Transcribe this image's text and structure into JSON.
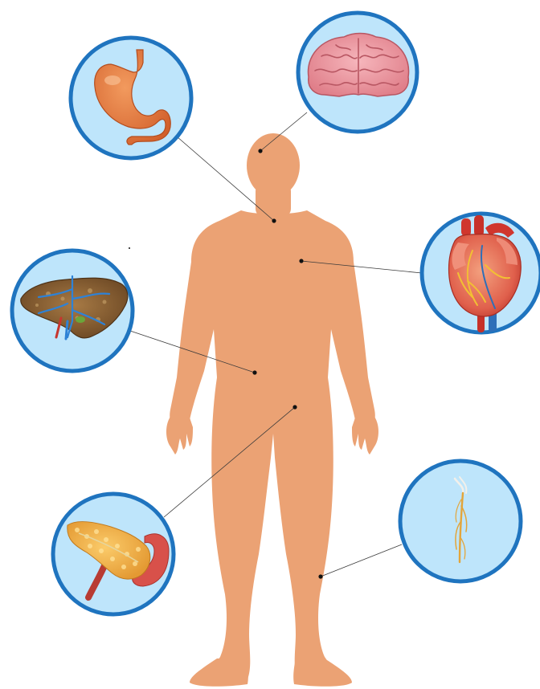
{
  "colors": {
    "background": "#ffffff",
    "body_skin": "#EBA274",
    "circle_fill": "#BEE5FB",
    "circle_border": "#1F74BF",
    "leader_line": "#3a3a3a",
    "marker_dot": "#111111"
  },
  "figure": {
    "subject": "human-body-silhouette"
  },
  "organs": [
    {
      "id": "brain",
      "icon": "brain-icon",
      "points_to": "head"
    },
    {
      "id": "stomach",
      "icon": "stomach-icon",
      "points_to": "neck-chest"
    },
    {
      "id": "heart",
      "icon": "heart-icon",
      "points_to": "left-chest"
    },
    {
      "id": "liver",
      "icon": "liver-icon",
      "points_to": "abdomen"
    },
    {
      "id": "pancreas",
      "icon": "pancreas-icon",
      "points_to": "lower-abdomen"
    },
    {
      "id": "nerve",
      "icon": "nerve-icon",
      "points_to": "lower-leg"
    }
  ]
}
